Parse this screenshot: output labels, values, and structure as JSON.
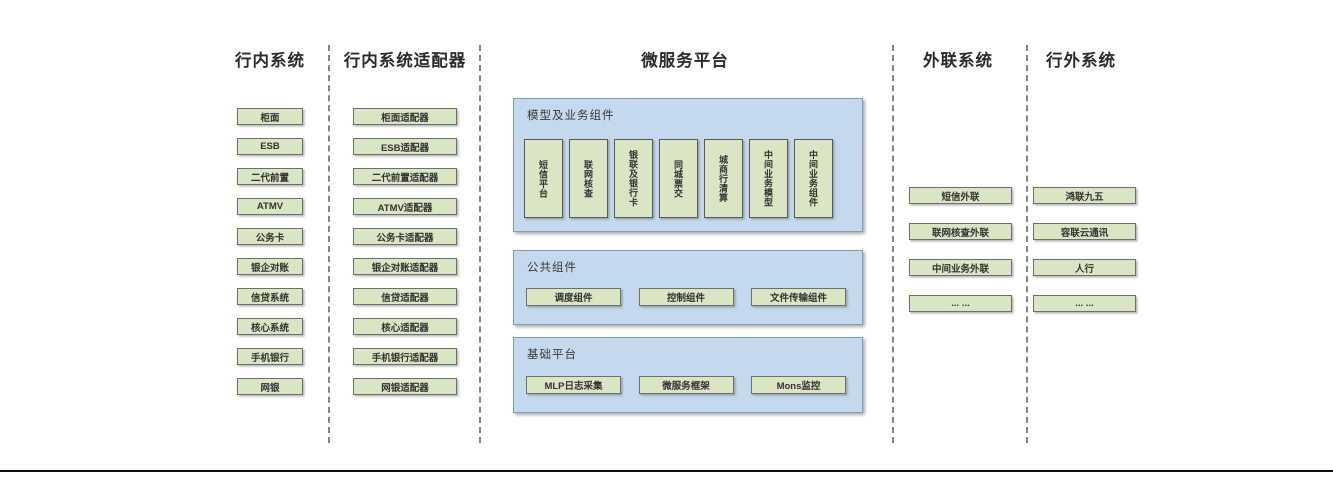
{
  "diagram": {
    "columns": [
      {
        "title": "行内系统",
        "items": [
          "柜面",
          "ESB",
          "二代前置",
          "ATMV",
          "公务卡",
          "银企对账",
          "信贷系统",
          "核心系统",
          "手机银行",
          "网银"
        ]
      },
      {
        "title": "行内系统适配器",
        "items": [
          "柜面适配器",
          "ESB适配器",
          "二代前置适配器",
          "ATMV适配器",
          "公务卡适配器",
          "银企对账适配器",
          "信贷适配器",
          "核心适配器",
          "手机银行适配器",
          "网银适配器"
        ]
      },
      {
        "title": "微服务平台",
        "groups": [
          {
            "label": "模型及业务组件",
            "vertical_items": [
              "短信平台",
              "联网核查",
              "银联及银行卡",
              "同城票交",
              "城商行清算",
              "中间业务模型",
              "中间业务组件"
            ]
          },
          {
            "label": "公共组件",
            "items": [
              "调度组件",
              "控制组件",
              "文件传输组件"
            ]
          },
          {
            "label": "基础平台",
            "items": [
              "MLP日志采集",
              "微服务框架",
              "Mons监控"
            ]
          }
        ]
      },
      {
        "title": "外联系统",
        "items": [
          "短信外联",
          "联网核查外联",
          "中间业务外联",
          "... ..."
        ]
      },
      {
        "title": "行外系统",
        "items": [
          "鸿联九五",
          "容联云通讯",
          "人行",
          "... ..."
        ]
      }
    ],
    "colors": {
      "box_fill": "#d9e5c3",
      "box_border": "#6e6e6e",
      "panel_fill": "#c5d9ee",
      "panel_border": "#7f9cb8",
      "divider": "#848484",
      "baseline": "#0f0f0f"
    }
  }
}
